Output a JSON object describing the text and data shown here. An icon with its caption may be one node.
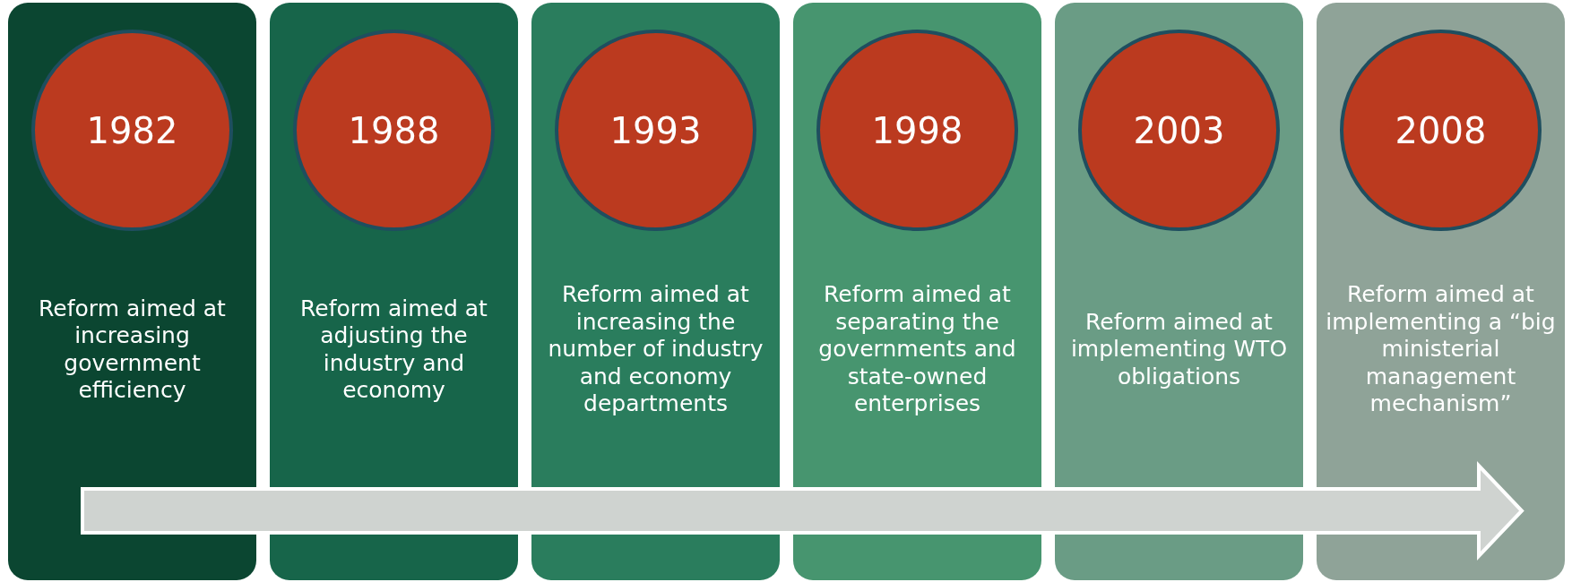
{
  "diagram": {
    "nodes": [
      {
        "text": [
          "Reform aimed at increasing government efficiency"
        ]
      },
      {
        "text": [
          "1982"
        ],
        "in": 0
      },
      {
        "text": [
          "Reform aimed at adjusting the industry and economy"
        ]
      },
      {
        "text": [
          "1988"
        ],
        "in": 2
      },
      {
        "text": [
          "Reform aimed at increasing the number of industry and economy departments"
        ]
      },
      {
        "text": [
          "1993"
        ],
        "in": 4
      },
      {
        "text": [
          "Reform aimed at separating the governments and state-owned enterprises"
        ]
      },
      {
        "text": [
          "1998"
        ],
        "in": 6
      },
      {
        "text": [
          "Reform aimed at implementing WTO obligations"
        ]
      },
      {
        "text": [
          "2003"
        ],
        "in": 8
      },
      {
        "text": [
          "Reform aimed at implementing a “big ministerial management mechanism”"
        ]
      },
      {
        "text": [
          "2008"
        ],
        "in": 10
      }
    ]
  }
}
